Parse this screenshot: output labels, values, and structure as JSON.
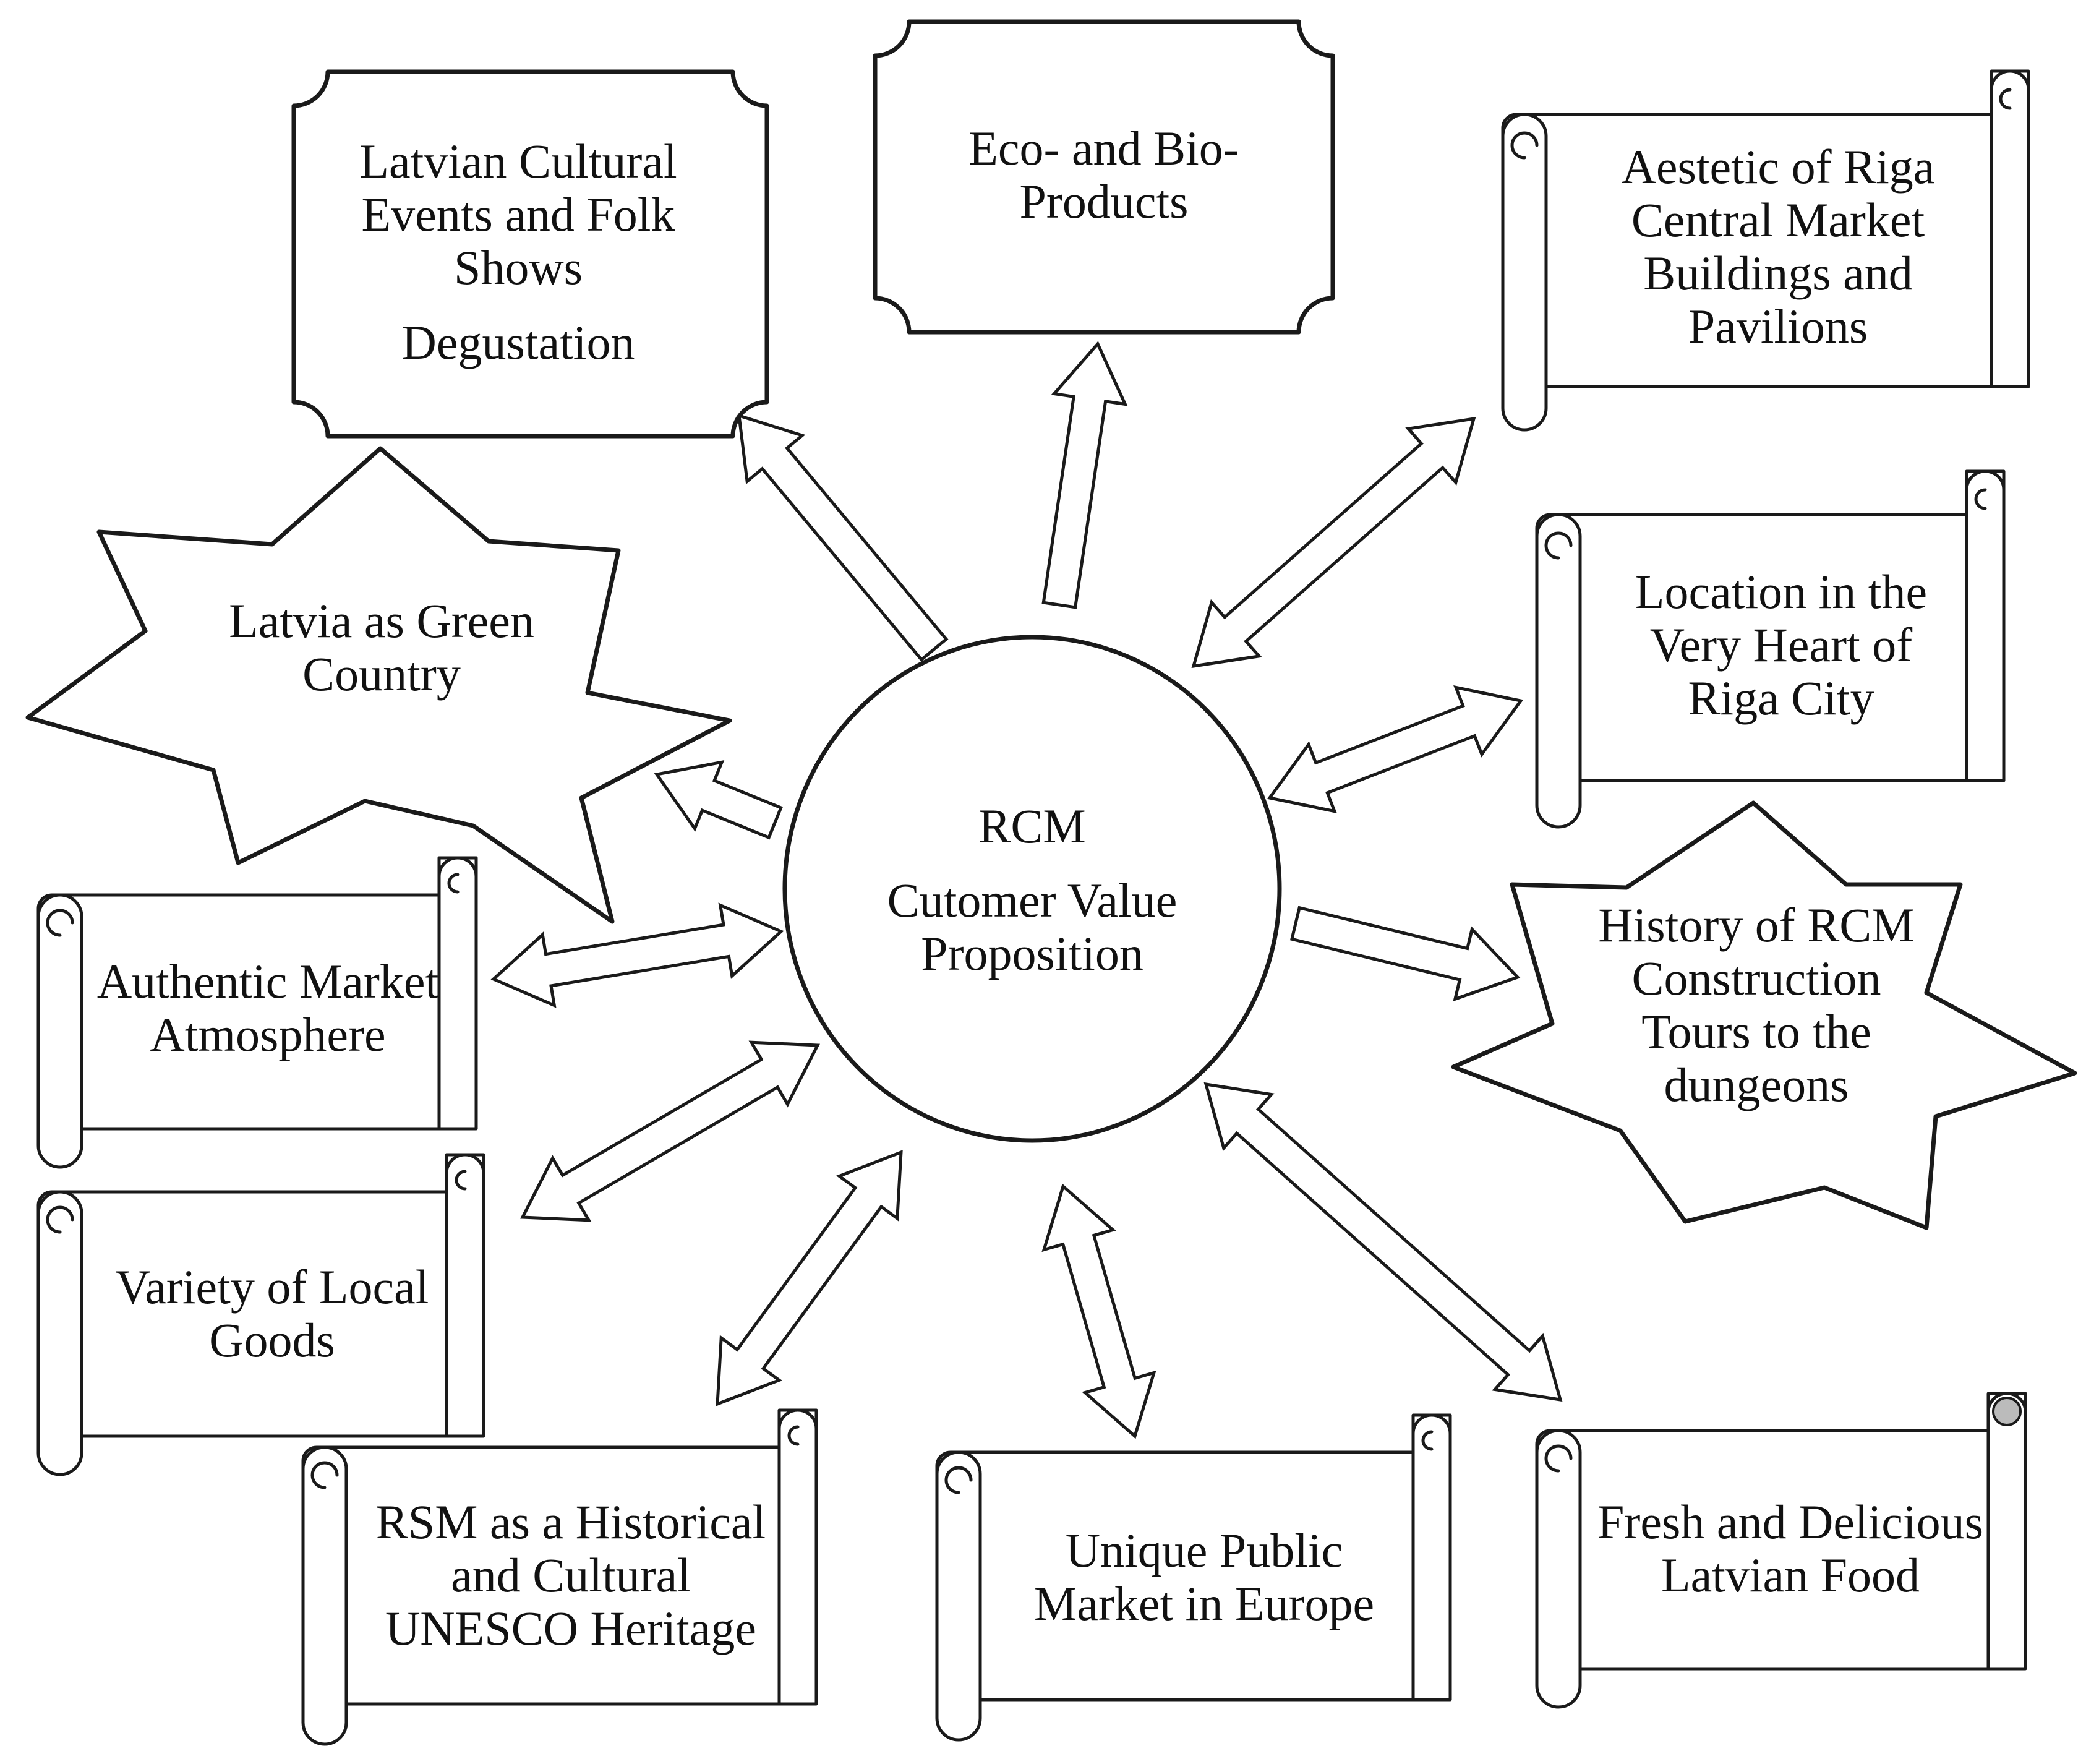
{
  "center": {
    "line1": "RCM",
    "line2": "Cutomer Value",
    "line3": "Proposition"
  },
  "nodes": {
    "cultural_events": {
      "lines": [
        "Latvian Cultural",
        "Events and Folk",
        "Shows"
      ],
      "extra": "Degustation"
    },
    "eco_products": {
      "lines": [
        "Eco- and Bio-",
        "Products"
      ]
    },
    "aesthetic": {
      "lines": [
        "Aestetic of Riga",
        "Central Market",
        "Buildings and",
        "Pavilions"
      ]
    },
    "green_country": {
      "lines": [
        "Latvia as Green",
        "Country"
      ]
    },
    "location": {
      "lines": [
        "Location in the",
        "Very  Heart of",
        "Riga City"
      ]
    },
    "authentic": {
      "lines": [
        "Authentic Market",
        "Atmosphere"
      ]
    },
    "history": {
      "lines": [
        "History of RCM",
        "Construction",
        "Tours to the",
        "dungeons"
      ]
    },
    "variety": {
      "lines": [
        "Variety of Local",
        "Goods"
      ]
    },
    "unesco": {
      "lines": [
        "RSM as a Historical",
        "and Cultural",
        "UNESCO Heritage"
      ]
    },
    "unique_market": {
      "lines": [
        "Unique Public",
        "Market in Europe"
      ]
    },
    "fresh_food": {
      "lines": [
        "Fresh and Delicious",
        "Latvian Food"
      ]
    }
  },
  "colors": {
    "stroke": "#1a1a1a",
    "fill": "#ffffff",
    "text": "#111111",
    "curl_accent": "#bbbbbb"
  }
}
